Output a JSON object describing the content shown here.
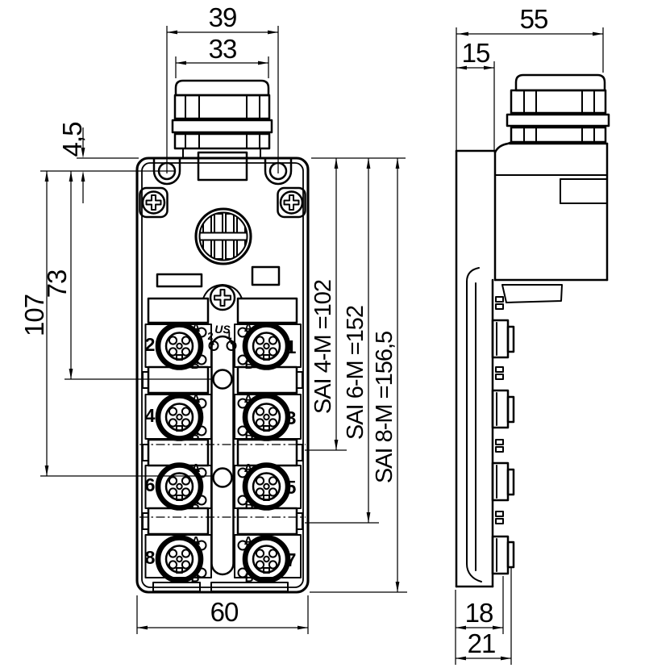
{
  "front": {
    "dim_top_outer": "39",
    "dim_top_inner": "33",
    "dim_hole_offset": "4,5",
    "dim_slot_hole_1": "73",
    "dim_slot_hole_2": "107",
    "dim_bottom_width": "60",
    "dim_sai_4m": "SAI 4-M =102",
    "dim_sai_6m": "SAI 6-M =152",
    "dim_sai_8m": "SAI 8-M =156,5",
    "label_us": "US",
    "led_left_label": "2",
    "led_right_label": "1",
    "port_channel_a": "A",
    "port_channel_b": "B"
  },
  "ports": [
    {
      "number": "2",
      "a": "A",
      "b": "B"
    },
    {
      "number": "1",
      "a": "A",
      "b": "B"
    },
    {
      "number": "4",
      "a": "A",
      "b": "B"
    },
    {
      "number": "3",
      "a": "A",
      "b": "B"
    },
    {
      "number": "6",
      "a": "A",
      "b": "B"
    },
    {
      "number": "5",
      "a": "A",
      "b": "B"
    },
    {
      "number": "8",
      "a": "A",
      "b": "B"
    },
    {
      "number": "7",
      "a": "A",
      "b": "B"
    }
  ],
  "side": {
    "dim_depth": "55",
    "dim_offset": "15",
    "dim_base_depth": "18",
    "dim_total_depth": "21"
  },
  "colors": {
    "line": "#000000",
    "background": "#ffffff"
  }
}
